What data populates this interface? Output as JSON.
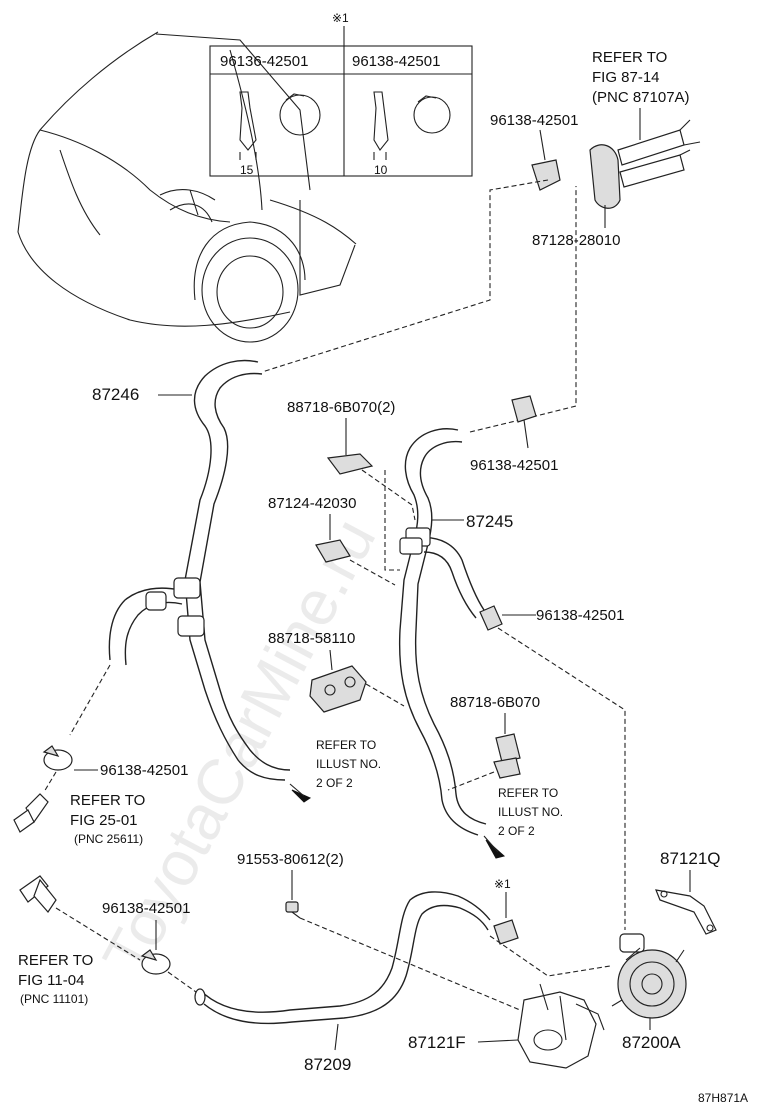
{
  "diagram": {
    "table": {
      "mark": "※1",
      "col1": "96136-42501",
      "col2": "96138-42501",
      "dim1": "15",
      "dim2": "10"
    },
    "labels": {
      "refer_87_14_l1": "REFER TO",
      "refer_87_14_l2": "FIG 87-14",
      "refer_87_14_l3": "(PNC 87107A)",
      "clamp_top": "96138-42501",
      "grommet": "87128-28010",
      "hose_87246": "87246",
      "clip_6b070_2": "88718-6B070(2)",
      "clamp_mid_right": "96138-42501",
      "clip_42030": "87124-42030",
      "hose_87245": "87245",
      "clamp_right": "96138-42501",
      "clip_58110": "88718-58110",
      "clip_6b070": "88718-6B070",
      "refer_illust_a_l1": "REFER TO",
      "refer_illust_a_l2": "ILLUST NO.",
      "refer_illust_a_l3": "2 OF 2",
      "clamp_left": "96138-42501",
      "refer_25_01_l1": "REFER TO",
      "refer_25_01_l2": "FIG 25-01",
      "refer_25_01_l3": "(PNC 25611)",
      "refer_illust_b_l1": "REFER TO",
      "refer_illust_b_l2": "ILLUST NO.",
      "refer_illust_b_l3": "2 OF 2",
      "bolt": "91553-80612(2)",
      "bracket_q": "87121Q",
      "mark_small": "※1",
      "clamp_lower_left": "96138-42501",
      "refer_11_04_l1": "REFER TO",
      "refer_11_04_l2": "FIG 11-04",
      "refer_11_04_l3": "(PNC 11101)",
      "hose_87209": "87209",
      "bracket_f": "87121F",
      "pump": "87200A",
      "code": "87H871A"
    },
    "watermark": "ToyotaCarMine.ru"
  }
}
